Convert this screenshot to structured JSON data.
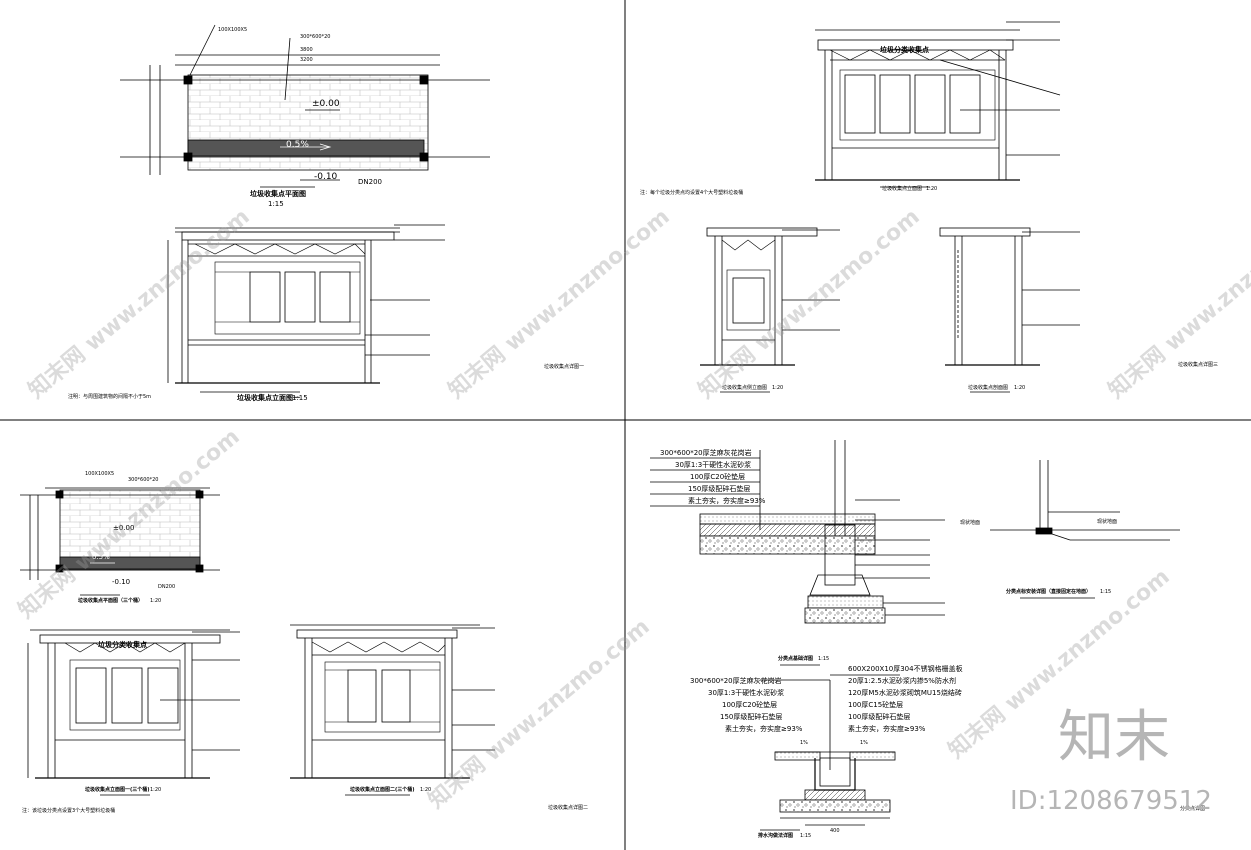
{
  "labels": {
    "q1": {
      "dim_100": "100X100X5",
      "dim_300": "300*600*20",
      "dim_3800": "3800",
      "dim_3200": "3200",
      "elev_000": "±0.00",
      "slope": "0.5%",
      "elev_010": "-0.10",
      "pipe": "DN200",
      "plan_title": "垃圾收集点平面图",
      "plan_scale": "1:15",
      "elev_title": "垃圾收集点立面图一",
      "elev_scale": "1:15",
      "note": "注明：与周围建筑物的间隔不小于5m",
      "sheet_name": "垃圾收集点详图一"
    },
    "q2": {
      "sign": "垃圾分类收集点",
      "elev_title": "垃圾收集点立面图",
      "elev_scale": "1:20",
      "note": "注：每个垃圾分类点均设置4个大号塑料垃圾桶",
      "side_title": "垃圾收集点侧立面图",
      "side_scale": "1:20",
      "section_title": "垃圾收集点剖面图",
      "section_scale": "1:20",
      "sheet_name": "垃圾收集点详图三"
    },
    "q3": {
      "dim_100": "100X100X5",
      "dim_300": "300*600*20",
      "elev_000": "±0.00",
      "slope": "0.5%",
      "elev_010": "-0.10",
      "pipe": "DN200",
      "plan_title": "垃圾收集点平面图（三个桶）",
      "plan_scale": "1:20",
      "sign": "垃圾分类收集点",
      "elev1_title": "垃圾收集点立面图一(三个桶)",
      "elev1_scale": "1:20",
      "elev2_title": "垃圾收集点立面图二(三个桶)",
      "elev2_scale": "1:20",
      "note": "注：该垃圾分类点设置3个大号塑料垃圾桶",
      "sheet_name": "垃圾收集点详图二"
    },
    "q4": {
      "layers_a": [
        "300*600*20厚芝麻灰花岗岩",
        "30厚1:3干硬性水泥砂浆",
        "100厚C20砼垫层",
        "150厚级配碎石垫层",
        "素土夯实，夯实度≥93%"
      ],
      "found_title": "分类点基础详图",
      "found_scale": "1:15",
      "install_label": "现状地面",
      "install_title": "分类点标安装详图（直接固定在地面）",
      "install_scale": "1:15",
      "layers_b_left": [
        "300*600*20厚芝麻灰花岗岩",
        "30厚1:3干硬性水泥砂浆",
        "100厚C20砼垫层",
        "150厚级配碎石垫层",
        "素土夯实，夯实度≥93%"
      ],
      "layers_b_right": [
        "600X200X10厚304不锈钢格栅盖板",
        "20厚1:2.5水泥砂浆内掺5%防水剂",
        "120厚M5水泥砂浆砌筑MU15烧结砖",
        "100厚C15砼垫层",
        "100厚级配碎石垫层",
        "素土夯实，夯实度≥93%"
      ],
      "drain_title": "排水沟做法详图",
      "drain_scale": "1:15",
      "slope1": "1%",
      "slope2": "1%",
      "dim_400": "400",
      "sheet_name": "分类点详图"
    }
  },
  "brand": {
    "logo": "知末",
    "id": "ID:1208679512",
    "watermark": "知末网 www.znzmo.com"
  }
}
